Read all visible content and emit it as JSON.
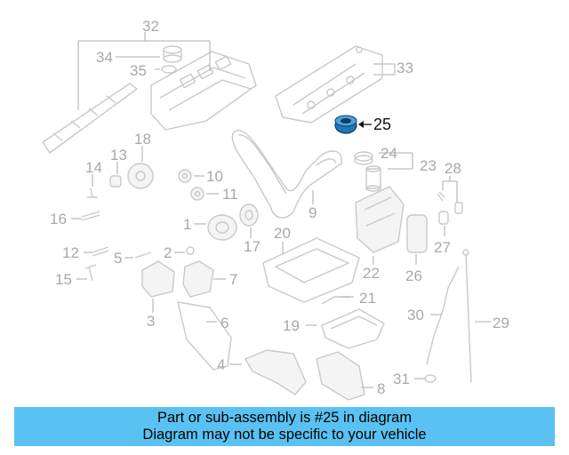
{
  "diagram": {
    "highlight_color": "#1f77b4",
    "banner_color": "#5ac2f2",
    "highlighted_part": "25",
    "callouts": [
      "1",
      "2",
      "3",
      "4",
      "5",
      "6",
      "7",
      "8",
      "9",
      "10",
      "11",
      "12",
      "13",
      "14",
      "15",
      "16",
      "17",
      "18",
      "19",
      "20",
      "21",
      "22",
      "23",
      "24",
      "25",
      "26",
      "27",
      "28",
      "29",
      "30",
      "31",
      "32",
      "33",
      "34",
      "35"
    ]
  },
  "banner": {
    "line1": "Part or sub-assembly is #25 in diagram",
    "line2": "Diagram may not be specific to your vehicle"
  }
}
